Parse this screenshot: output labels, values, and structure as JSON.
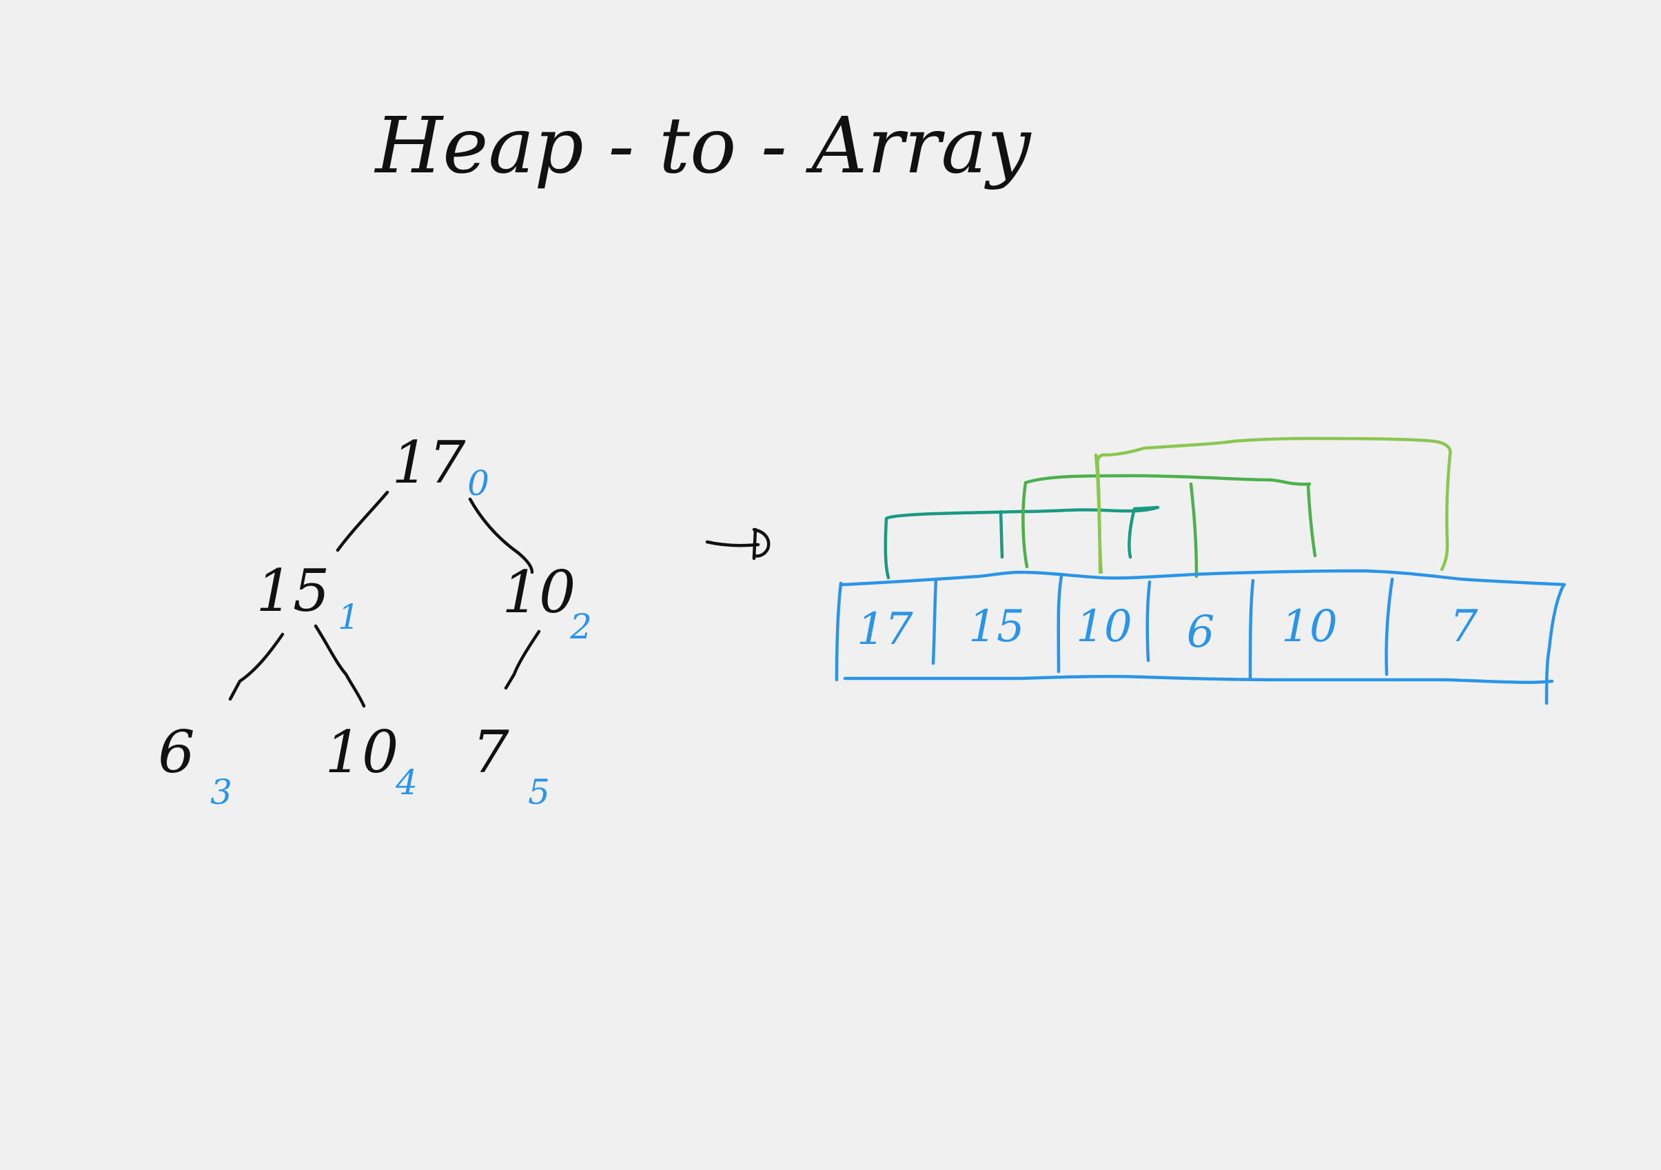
{
  "title": "Heap - to - Array",
  "colors": {
    "ink": "#111111",
    "index": "#2a94e6",
    "array": "#2a94e6",
    "link_teal": "#1a9a82",
    "link_green": "#4cb04c",
    "link_lime": "#8ac650",
    "background": "#f0f0f0"
  },
  "tree": {
    "nodes": [
      {
        "value": "17",
        "index": "0"
      },
      {
        "value": "15",
        "index": "1"
      },
      {
        "value": "10",
        "index": "2"
      },
      {
        "value": "6",
        "index": "3"
      },
      {
        "value": "10",
        "index": "4"
      },
      {
        "value": "7",
        "index": "5"
      }
    ],
    "edges": [
      {
        "from": "0",
        "to": "1"
      },
      {
        "from": "0",
        "to": "2"
      },
      {
        "from": "1",
        "to": "3"
      },
      {
        "from": "1",
        "to": "4"
      },
      {
        "from": "2",
        "to": "5"
      }
    ]
  },
  "arrow_icon": "arrow-right-icon",
  "array": {
    "cells": [
      "17",
      "15",
      "10",
      "6",
      "10",
      "7"
    ]
  }
}
